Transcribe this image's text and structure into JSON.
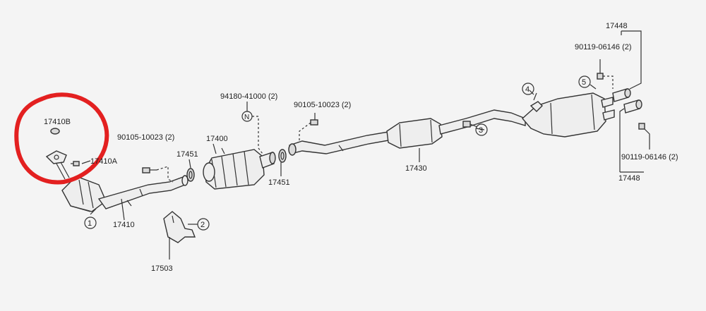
{
  "labels": {
    "p17410B": "17410B",
    "p17410A": "17410A",
    "p90105_left": "90105-10023 (2)",
    "p17451_left": "17451",
    "p17400": "17400",
    "p94180": "94180-41000 (2)",
    "p90105_right": "90105-10023 (2)",
    "p17451_right": "17451",
    "p17410": "17410",
    "p17503": "17503",
    "p17430": "17430",
    "p17448_top": "17448",
    "p90119_top": "90119-06146 (2)",
    "p90119_bottom": "90119-06146 (2)",
    "p17448_bottom": "17448"
  },
  "callouts": {
    "c1": "1",
    "c2": "2",
    "c3": "3",
    "c4": "4",
    "c5": "5"
  },
  "nut_symbol": "N",
  "colors": {
    "highlight": "#e32020",
    "ink": "#333333",
    "background": "#f4f4f4"
  }
}
